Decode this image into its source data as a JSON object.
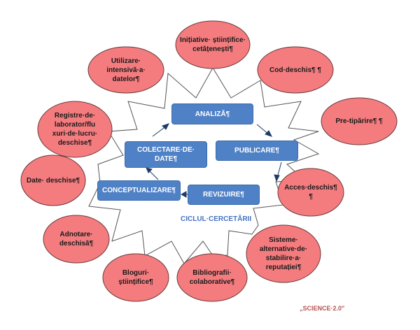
{
  "cycle": {
    "title": "CICLUL·CERCETĂRII",
    "steps": [
      "ANALIZĂ¶",
      "PUBLICARE¶",
      "REVIZUIRE¶",
      "CONCEPTUALIZARE¶",
      "COLECTARE·DE· DATE¶"
    ]
  },
  "practices": [
    "Inițiative· științifice· cetățenești¶",
    "Utilizare· intensivă·a· datelor¶",
    "Cod·deschis¶ ¶",
    "Pre-tipărire¶ ¶",
    "Registre·de· laborator/flu xuri·de·lucru· deschise¶",
    "Date· deschise¶",
    "Acces·deschis¶ ¶",
    "Adnotare· deschisă¶",
    "Bloguri· științifice¶",
    "Bibliografii· colaborative¶",
    "Sisteme· alternative·de· stabilire·a· reputației¶"
  ],
  "caption": "„SCIENCE·2.0\"",
  "colors": {
    "ellipse": "#f47c7f",
    "box": "#4f81c7",
    "title": "#4472c4",
    "caption": "#b5534f"
  }
}
